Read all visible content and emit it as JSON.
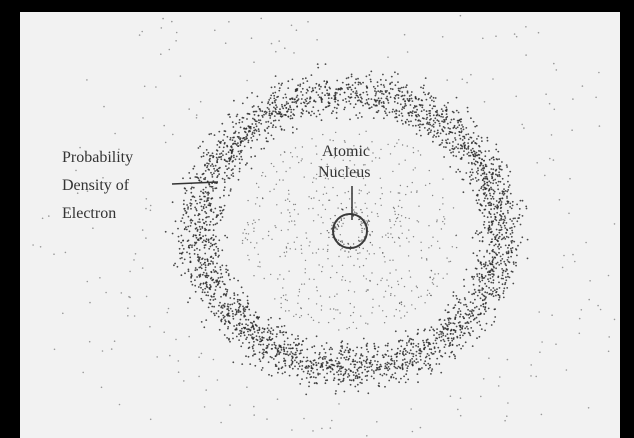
{
  "diagram": {
    "labels": {
      "probability_line1": "Probability",
      "probability_line2": "Density of",
      "probability_line3": "Electron",
      "nucleus_line1": "Atomic",
      "nucleus_line2": "Nucleus"
    },
    "colors": {
      "background": "#000000",
      "paper": "#f2f2f2",
      "dots": "#2a2a2a",
      "text": "#333333"
    }
  }
}
